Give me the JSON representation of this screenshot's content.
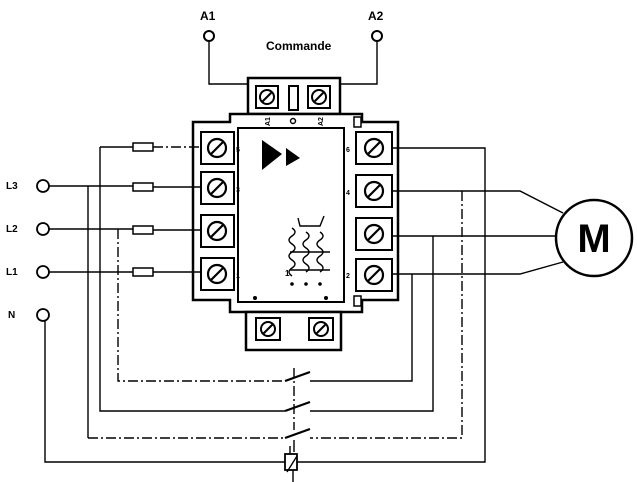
{
  "terminals": {
    "a1": "A1",
    "a2": "A2",
    "l3": "L3",
    "l2": "L2",
    "l1": "L1",
    "n": "N"
  },
  "command_label": "Commande",
  "motor_label": "M",
  "relay_marks": {
    "a1": "A1",
    "a2": "A2",
    "left": [
      "5",
      "3",
      "1"
    ],
    "right": [
      "6",
      "4",
      "2"
    ]
  }
}
